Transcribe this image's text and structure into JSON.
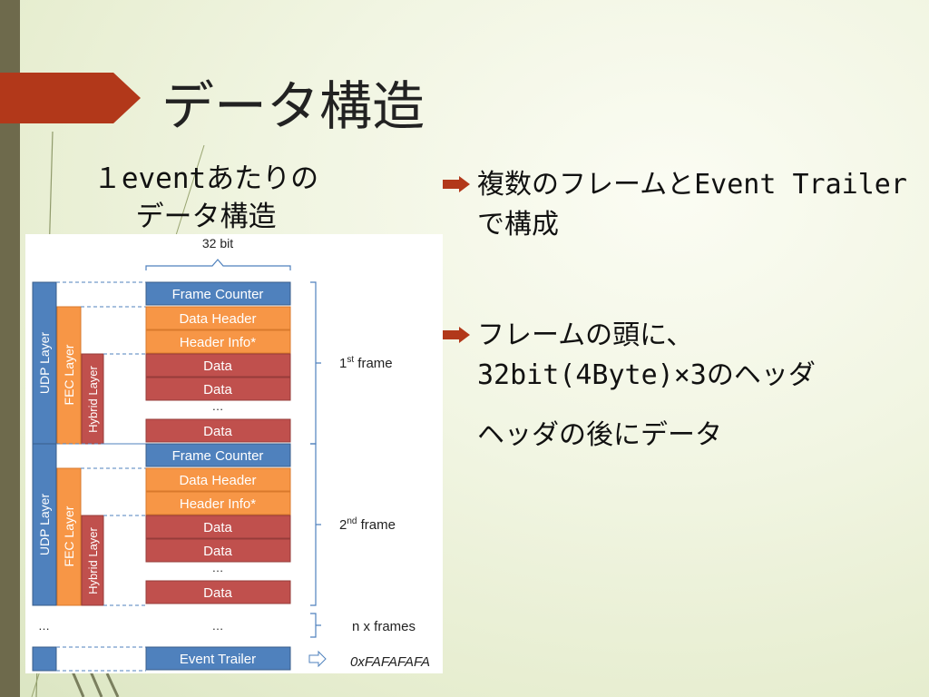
{
  "slide": {
    "title": "データ構造",
    "subtitle": "１eventあたりのデータ構造"
  },
  "bullets": [
    {
      "text": "複数のフレームとEvent Trailerで構成"
    },
    {
      "text": "フレームの頭に、32bit(4Byte)×3のヘッダ",
      "sub": "ヘッダの後にデータ"
    }
  ],
  "diagram": {
    "width_label": "32 bit",
    "frames": [
      {
        "label_main": "1",
        "label_sup": "st",
        "label_rest": " frame",
        "words": [
          "Frame Counter",
          "Data Header",
          "Header Info*",
          "Data",
          "Data",
          "…",
          "Data"
        ]
      },
      {
        "label_main": "2",
        "label_sup": "nd",
        "label_rest": " frame",
        "words": [
          "Frame Counter",
          "Data Header",
          "Header Info*",
          "Data",
          "Data",
          "…",
          "Data"
        ]
      }
    ],
    "layers": [
      "UDP Layer",
      "FEC Layer",
      "Hybrid Layer"
    ],
    "ellipsis_left": "…",
    "ellipsis_mid": "…",
    "n_frames_label": "n x frames",
    "trailer_label": "Event Trailer",
    "trailer_value": "0xFAFAFAFA",
    "colors": {
      "blue": "#4f81bd",
      "orange": "#f79646",
      "red": "#c0504d",
      "bracket": "#4f81bd",
      "title_arrow": "#b2381a"
    }
  }
}
